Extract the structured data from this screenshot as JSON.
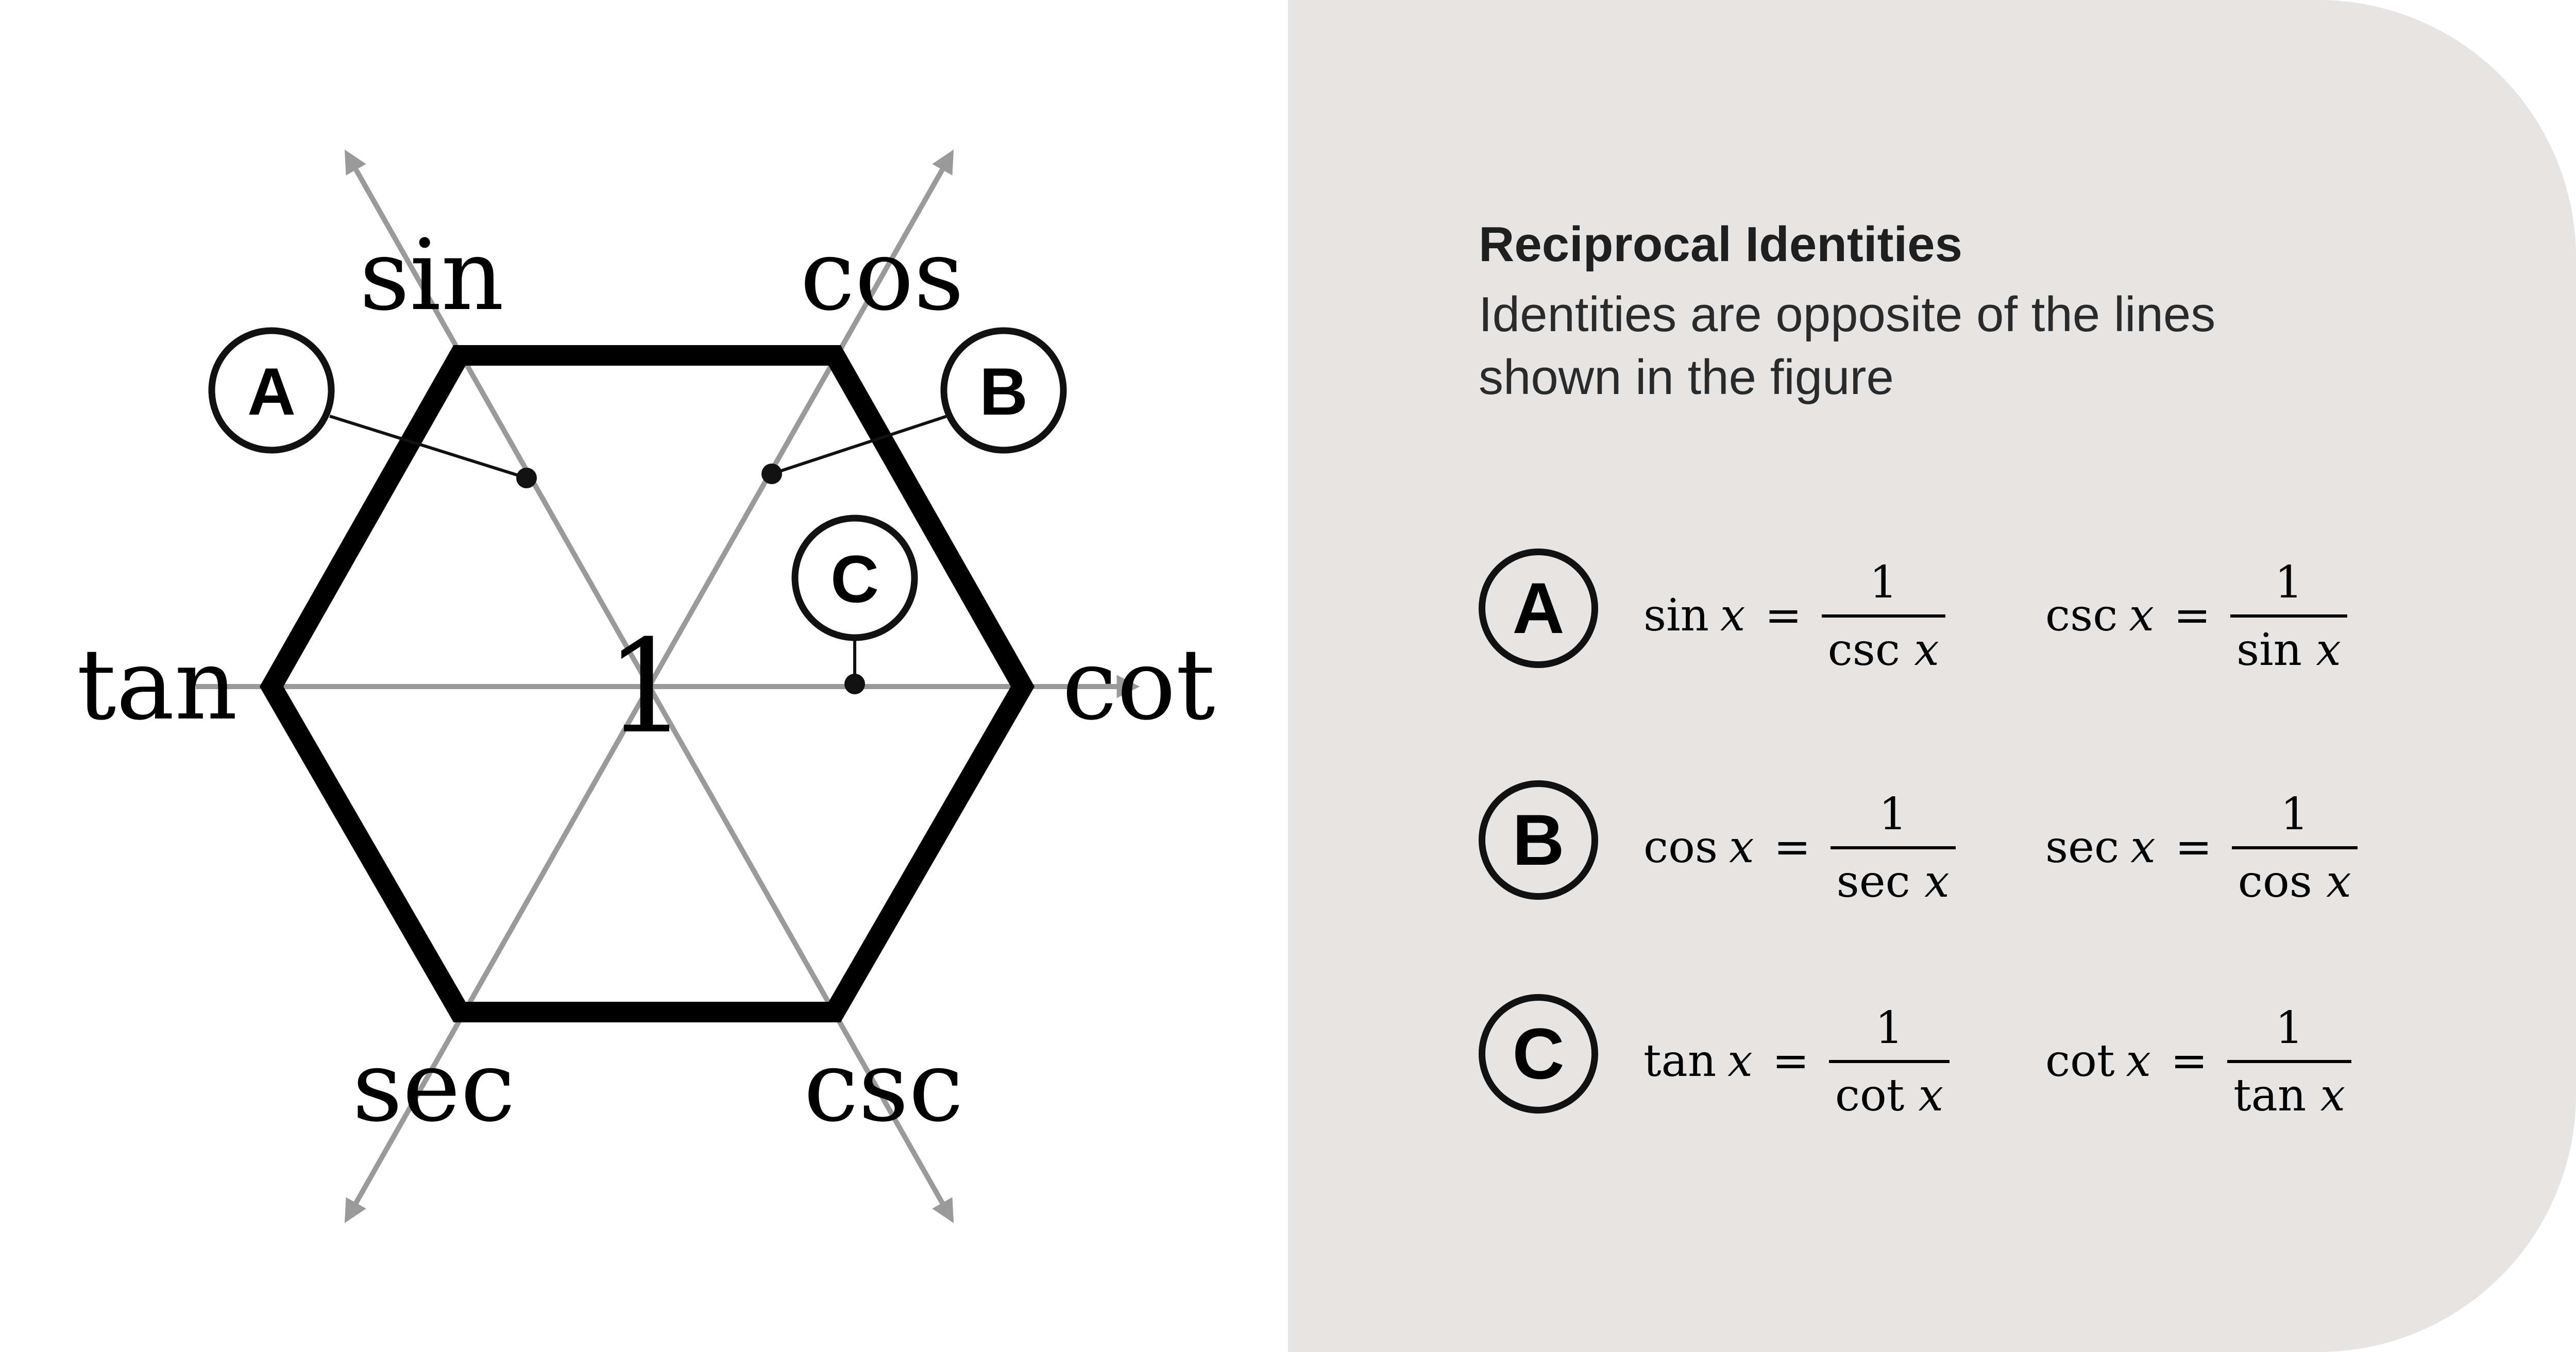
{
  "diagram": {
    "functions": {
      "sin": "sin",
      "cos": "cos",
      "tan": "tan",
      "cot": "cot",
      "sec": "sec",
      "csc": "csc"
    },
    "center": "1",
    "markers": {
      "a": "A",
      "b": "B",
      "c": "C"
    },
    "colors": {
      "hexagon": "#000000",
      "axes": "#9a9a9a",
      "leader": "#111111"
    }
  },
  "panel": {
    "title": "Reciprocal Identities",
    "subtitle": "Identities are opposite of the lines shown in the figure",
    "background": "#e6e5e3",
    "rows": [
      {
        "label": "A",
        "left": {
          "fn": "sin",
          "var": "x",
          "num": "1",
          "den_fn": "csc",
          "den_var": "x"
        },
        "right": {
          "fn": "csc",
          "var": "x",
          "num": "1",
          "den_fn": "sin",
          "den_var": "x"
        }
      },
      {
        "label": "B",
        "left": {
          "fn": "cos",
          "var": "x",
          "num": "1",
          "den_fn": "sec",
          "den_var": "x"
        },
        "right": {
          "fn": "sec",
          "var": "x",
          "num": "1",
          "den_fn": "cos",
          "den_var": "x"
        }
      },
      {
        "label": "C",
        "left": {
          "fn": "tan",
          "var": "x",
          "num": "1",
          "den_fn": "cot",
          "den_var": "x"
        },
        "right": {
          "fn": "cot",
          "var": "x",
          "num": "1",
          "den_fn": "tan",
          "den_var": "x"
        }
      }
    ]
  }
}
